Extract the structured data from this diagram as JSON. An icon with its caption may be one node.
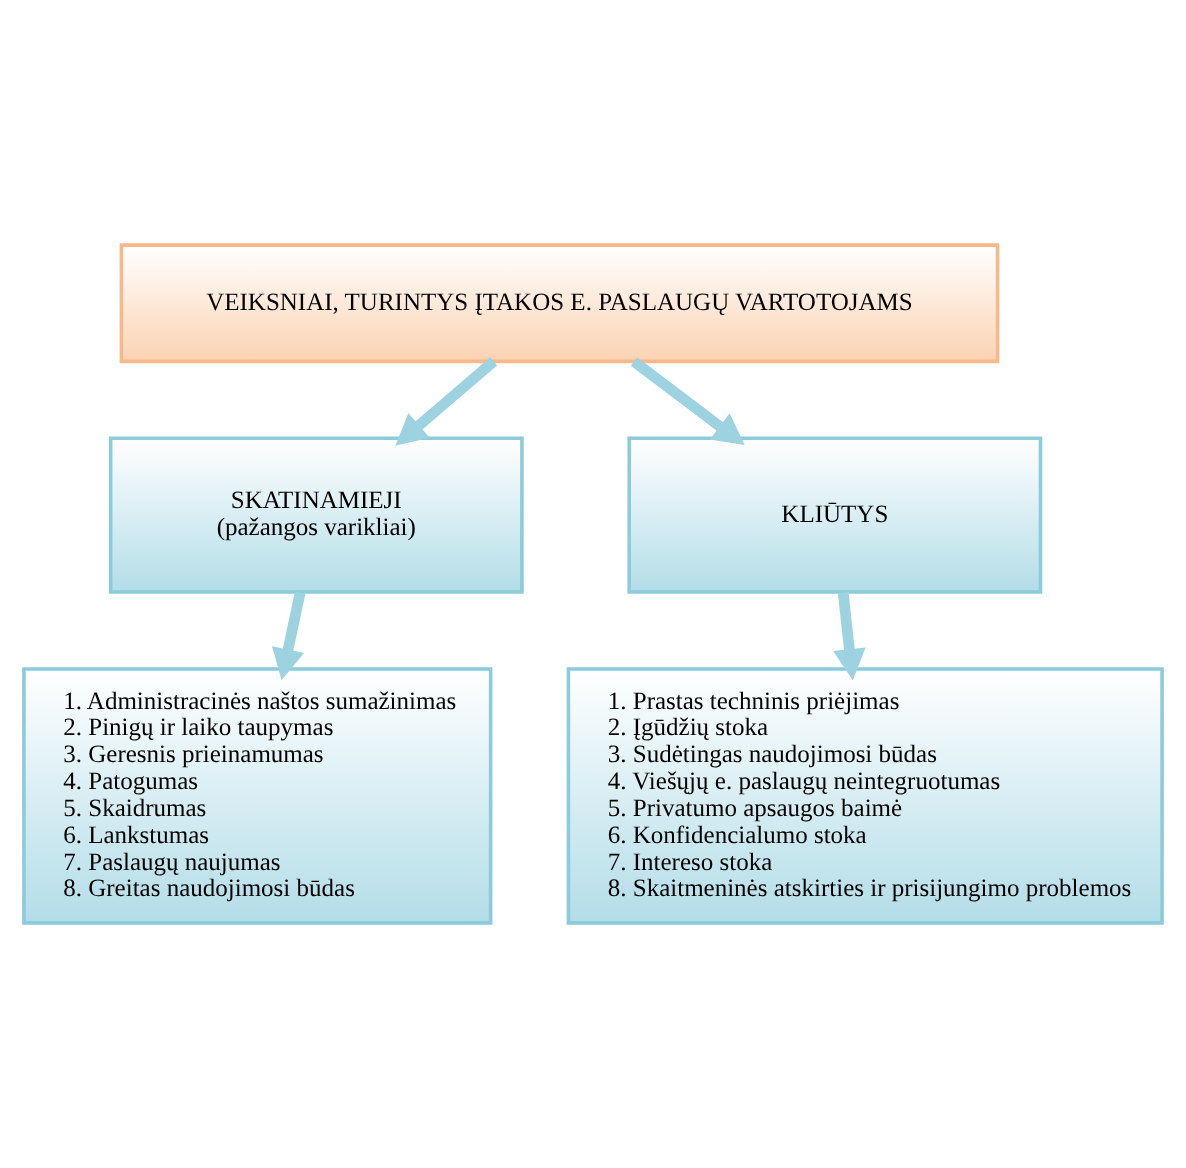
{
  "diagram": {
    "nodes": [
      {
        "text": [
          "VEIKSNIAI, TURINTYS ĮTAKOS E. PASLAUGŲ VARTOTOJAMS"
        ]
      },
      {
        "text": [
          "SKATINAMIEJI",
          "(pažangos varikliai)"
        ]
      },
      {
        "text": [
          "KLIŪTYS"
        ]
      },
      {
        "text": [
          "1. Administracinės naštos sumažinimas",
          "2. Pinigų ir laiko taupymas",
          "3. Geresnis prieinamumas",
          "4. Patogumas",
          "5. Skaidrumas",
          "6. Lankstumas",
          "7. Paslaugų naujumas",
          "8. Greitas naudojimosi būdas"
        ]
      },
      {
        "text": [
          "1. Prastas techninis priėjimas",
          "2. Įgūdžių stoka",
          "3. Sudėtingas naudojimosi būdas",
          "4. Viešųjų e. paslaugų neintegruotumas",
          "5. Privatumo apsaugos baimė",
          "6. Konfidencialumo stoka",
          "7. Intereso stoka",
          "8. Skaitmeninės atskirties ir prisijungimo problemos"
        ]
      }
    ],
    "edges": [
      {
        "from": 0,
        "to": 1,
        "arrow": "to"
      },
      {
        "from": 0,
        "to": 2,
        "arrow": "to"
      },
      {
        "from": 1,
        "to": 3,
        "arrow": "to"
      },
      {
        "from": 2,
        "to": 4,
        "arrow": "to"
      }
    ]
  }
}
